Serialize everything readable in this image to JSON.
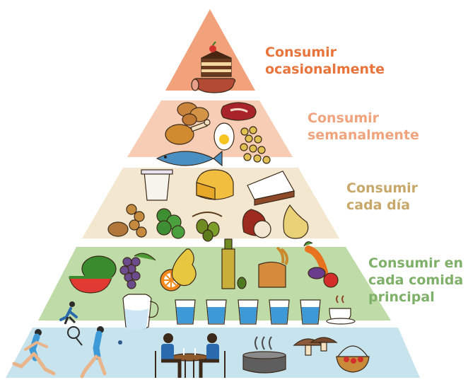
{
  "tiers": [
    {
      "label_lines": [
        "Consumir",
        "ocasionalmente"
      ],
      "label_color": "#E8743B",
      "fill": "#F2A27A",
      "foods": [
        "cake-icon",
        "sausage-icon"
      ]
    },
    {
      "label_lines": [
        "Consumir",
        "semanalmente"
      ],
      "label_color": "#F0A47E",
      "fill": "#F8CDB5",
      "foods": [
        "potatoes-icon",
        "steak-icon",
        "chicken-leg-icon",
        "egg-icon",
        "chickpeas-icon",
        "fish-icon"
      ]
    },
    {
      "label_lines": [
        "Consumir",
        "cada día"
      ],
      "label_color": "#C7A86A",
      "fill": "#F3E8CF",
      "foods": [
        "yogurt-icon",
        "cheese-icon",
        "cheese-wedge-icon",
        "walnuts-icon",
        "parsley-icon",
        "olives-icon",
        "onion-icon",
        "garlic-icon"
      ]
    },
    {
      "label_lines": [
        "Consumir en",
        "cada comida",
        "principal"
      ],
      "label_color": "#7FB069",
      "fill": "#BFDCA8",
      "foods": [
        "watermelon-icon",
        "grapes-icon",
        "orange-slice-icon",
        "pear-icon",
        "olive-oil-icon",
        "bread-icon",
        "vegetables-icon",
        "water-jug-icon",
        "glass-icon",
        "glass-icon",
        "glass-icon",
        "glass-icon",
        "glass-icon",
        "coffee-cup-icon",
        "tennis-player-icon"
      ]
    },
    {
      "label_lines": [],
      "label_color": "",
      "fill": "#C7E3EE",
      "foods": [
        "runner-icon",
        "tennis-player-icon",
        "couple-dining-icon",
        "cooking-pot-icon",
        "mushrooms-icon",
        "basket-icon"
      ]
    }
  ],
  "colors": {
    "outline": "#ffffff",
    "water": "#3E9AD6",
    "dark_blue": "#2C5A8A"
  }
}
